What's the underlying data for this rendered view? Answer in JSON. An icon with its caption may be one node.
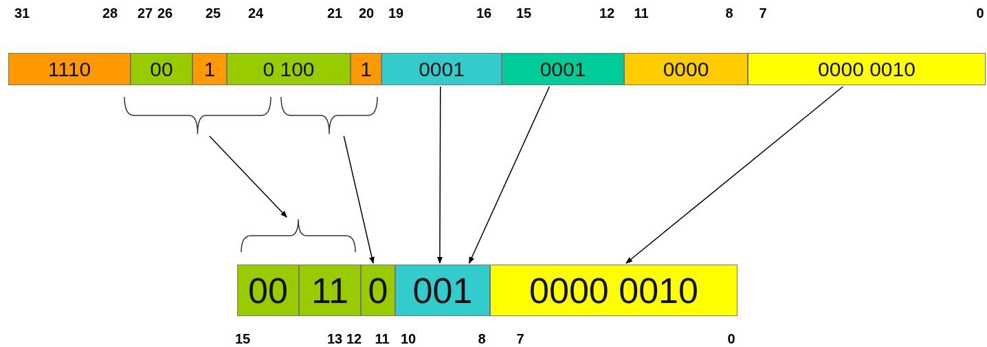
{
  "diagram": {
    "nodes": [
      {
        "text": [
          "1110"
        ]
      },
      {
        "text": [
          "00"
        ]
      },
      {
        "text": [
          "1"
        ]
      },
      {
        "text": [
          "0 100"
        ]
      },
      {
        "text": [
          "1"
        ]
      },
      {
        "text": [
          "0001"
        ]
      },
      {
        "text": [
          "0001"
        ]
      },
      {
        "text": [
          "0000"
        ]
      },
      {
        "text": [
          "0000 0010"
        ]
      },
      {
        "text": [],
        "shape": "brace"
      },
      {
        "text": [],
        "shape": "brace"
      },
      {
        "text": [],
        "shape": "brace"
      },
      {
        "text": [
          "00"
        ]
      },
      {
        "text": [
          "11"
        ]
      },
      {
        "text": [
          "0"
        ]
      },
      {
        "text": [
          "001"
        ]
      },
      {
        "text": [
          "0000 0010"
        ]
      }
    ],
    "edges": [
      {
        "from": 9,
        "to": 11,
        "arrow": "to"
      },
      {
        "from": 10,
        "to": 14,
        "arrow": "to"
      },
      {
        "from": 5,
        "to": 15,
        "arrow": "to"
      },
      {
        "from": 6,
        "to": 15,
        "arrow": "to"
      },
      {
        "from": 8,
        "to": 16,
        "arrow": "to"
      }
    ],
    "labels": [
      "31",
      "28",
      "27",
      "26",
      "25",
      "24",
      "21",
      "20",
      "19",
      "16",
      "15",
      "12",
      "11",
      "8",
      "7",
      "0",
      "15",
      "13",
      "12",
      "11",
      "10",
      "8",
      "7",
      "0"
    ]
  }
}
